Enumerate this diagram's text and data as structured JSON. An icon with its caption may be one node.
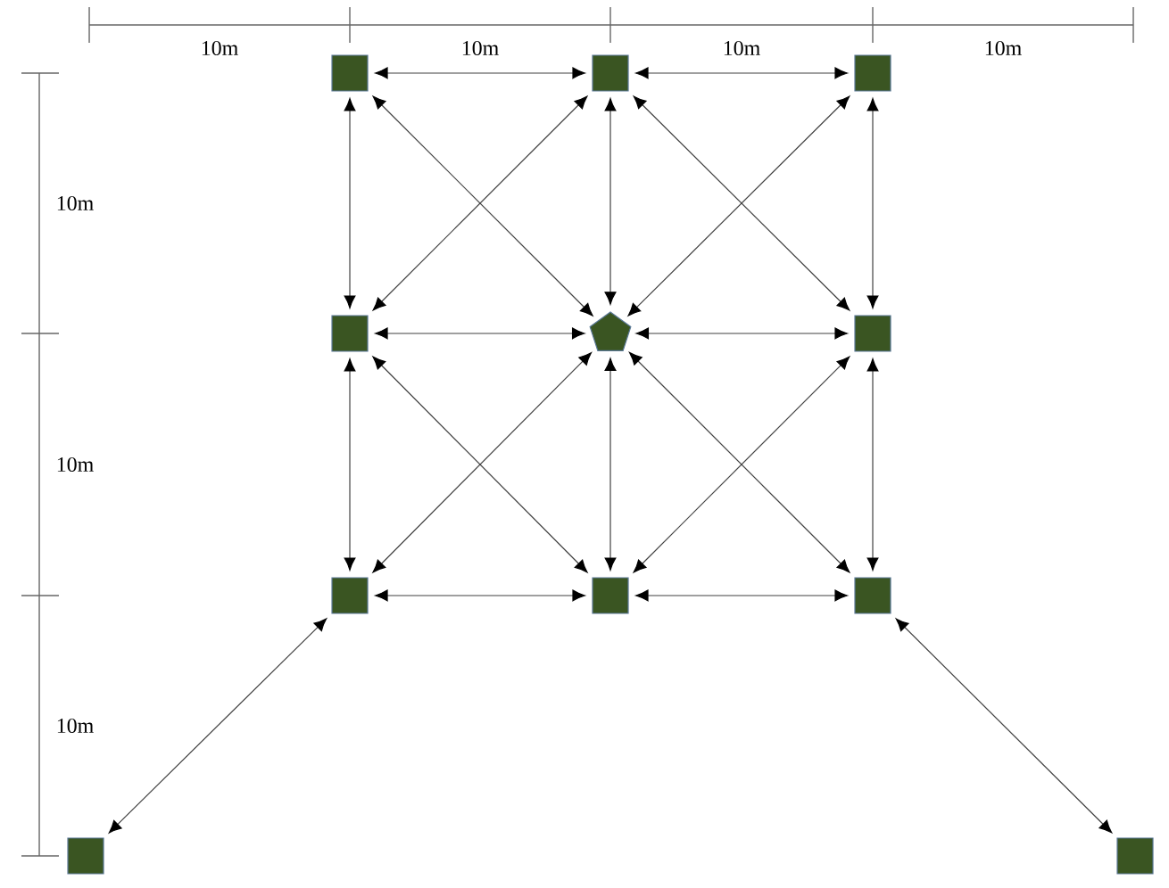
{
  "diagram": {
    "nodes": [
      {
        "text": [],
        "shape": "box"
      },
      {
        "text": [],
        "shape": "box"
      },
      {
        "text": [],
        "shape": "box"
      },
      {
        "text": [],
        "shape": "box"
      },
      {
        "text": [],
        "shape": "pentagon"
      },
      {
        "text": [],
        "shape": "box"
      },
      {
        "text": [],
        "shape": "box"
      },
      {
        "text": [],
        "shape": "box"
      },
      {
        "text": [],
        "shape": "box"
      },
      {
        "text": [],
        "shape": "box"
      },
      {
        "text": [],
        "shape": "box"
      }
    ],
    "edges": [
      {
        "from": 0,
        "to": 1,
        "arrow": "both"
      },
      {
        "from": 1,
        "to": 2,
        "arrow": "both"
      },
      {
        "from": 0,
        "to": 3,
        "arrow": "both"
      },
      {
        "from": 0,
        "to": 4,
        "arrow": "both"
      },
      {
        "from": 1,
        "to": 3,
        "arrow": "both"
      },
      {
        "from": 1,
        "to": 4,
        "arrow": "both"
      },
      {
        "from": 1,
        "to": 5,
        "arrow": "both"
      },
      {
        "from": 2,
        "to": 4,
        "arrow": "both"
      },
      {
        "from": 2,
        "to": 5,
        "arrow": "both"
      },
      {
        "from": 3,
        "to": 4,
        "arrow": "both"
      },
      {
        "from": 4,
        "to": 5,
        "arrow": "both"
      },
      {
        "from": 3,
        "to": 6,
        "arrow": "both"
      },
      {
        "from": 3,
        "to": 7,
        "arrow": "both"
      },
      {
        "from": 4,
        "to": 6,
        "arrow": "both"
      },
      {
        "from": 4,
        "to": 7,
        "arrow": "both"
      },
      {
        "from": 4,
        "to": 8,
        "arrow": "both"
      },
      {
        "from": 5,
        "to": 7,
        "arrow": "both"
      },
      {
        "from": 5,
        "to": 8,
        "arrow": "both"
      },
      {
        "from": 6,
        "to": 7,
        "arrow": "both"
      },
      {
        "from": 7,
        "to": 8,
        "arrow": "both"
      },
      {
        "from": 6,
        "to": 9,
        "arrow": "both"
      },
      {
        "from": 8,
        "to": 10,
        "arrow": "both"
      }
    ],
    "labels": [
      "10m",
      "10m",
      "10m",
      "10m",
      "10m",
      "10m",
      "10m"
    ]
  }
}
